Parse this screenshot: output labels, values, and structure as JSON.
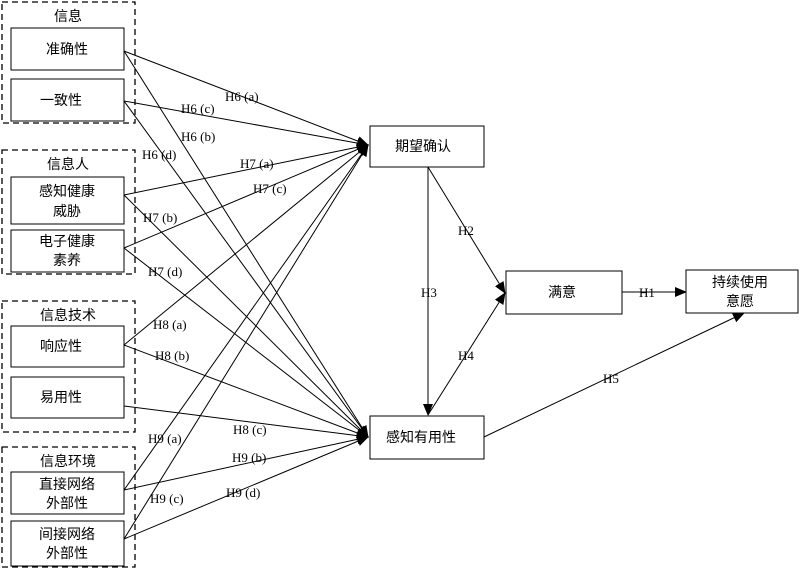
{
  "groups": {
    "info": {
      "title": "信息"
    },
    "info_person": {
      "title": "信息人"
    },
    "info_tech": {
      "title": "信息技术"
    },
    "info_env": {
      "title": "信息环境"
    }
  },
  "factors": {
    "accuracy": [
      "准确性"
    ],
    "consistency": [
      "一致性"
    ],
    "health_threat": [
      "感知健康",
      "威胁"
    ],
    "ehealth_literacy": [
      "电子健康",
      "素养"
    ],
    "responsiveness": [
      "响应性"
    ],
    "ease_of_use": [
      "易用性"
    ],
    "direct_externality": [
      "直接网络",
      "外部性"
    ],
    "indirect_externality": [
      "间接网络",
      "外部性"
    ]
  },
  "constructs": {
    "expectation_confirmation": "期望确认",
    "perceived_usefulness": "感知有用性",
    "satisfaction": "满意",
    "continuance_intention": [
      "持续使用",
      "意愿"
    ]
  },
  "hypotheses": {
    "h1": "H1",
    "h2": "H2",
    "h3": "H3",
    "h4": "H4",
    "h5": "H5",
    "h6a": "H6 (a)",
    "h6b": "H6 (b)",
    "h6c": "H6 (c)",
    "h6d": "H6 (d)",
    "h7a": "H7 (a)",
    "h7b": "H7 (b)",
    "h7c": "H7 (c)",
    "h7d": "H7 (d)",
    "h8a": "H8 (a)",
    "h8b": "H8 (b)",
    "h8c": "H8 (c)",
    "h9a": "H9 (a)",
    "h9b": "H9 (b)",
    "h9c": "H9 (c)",
    "h9d": "H9 (d)"
  }
}
